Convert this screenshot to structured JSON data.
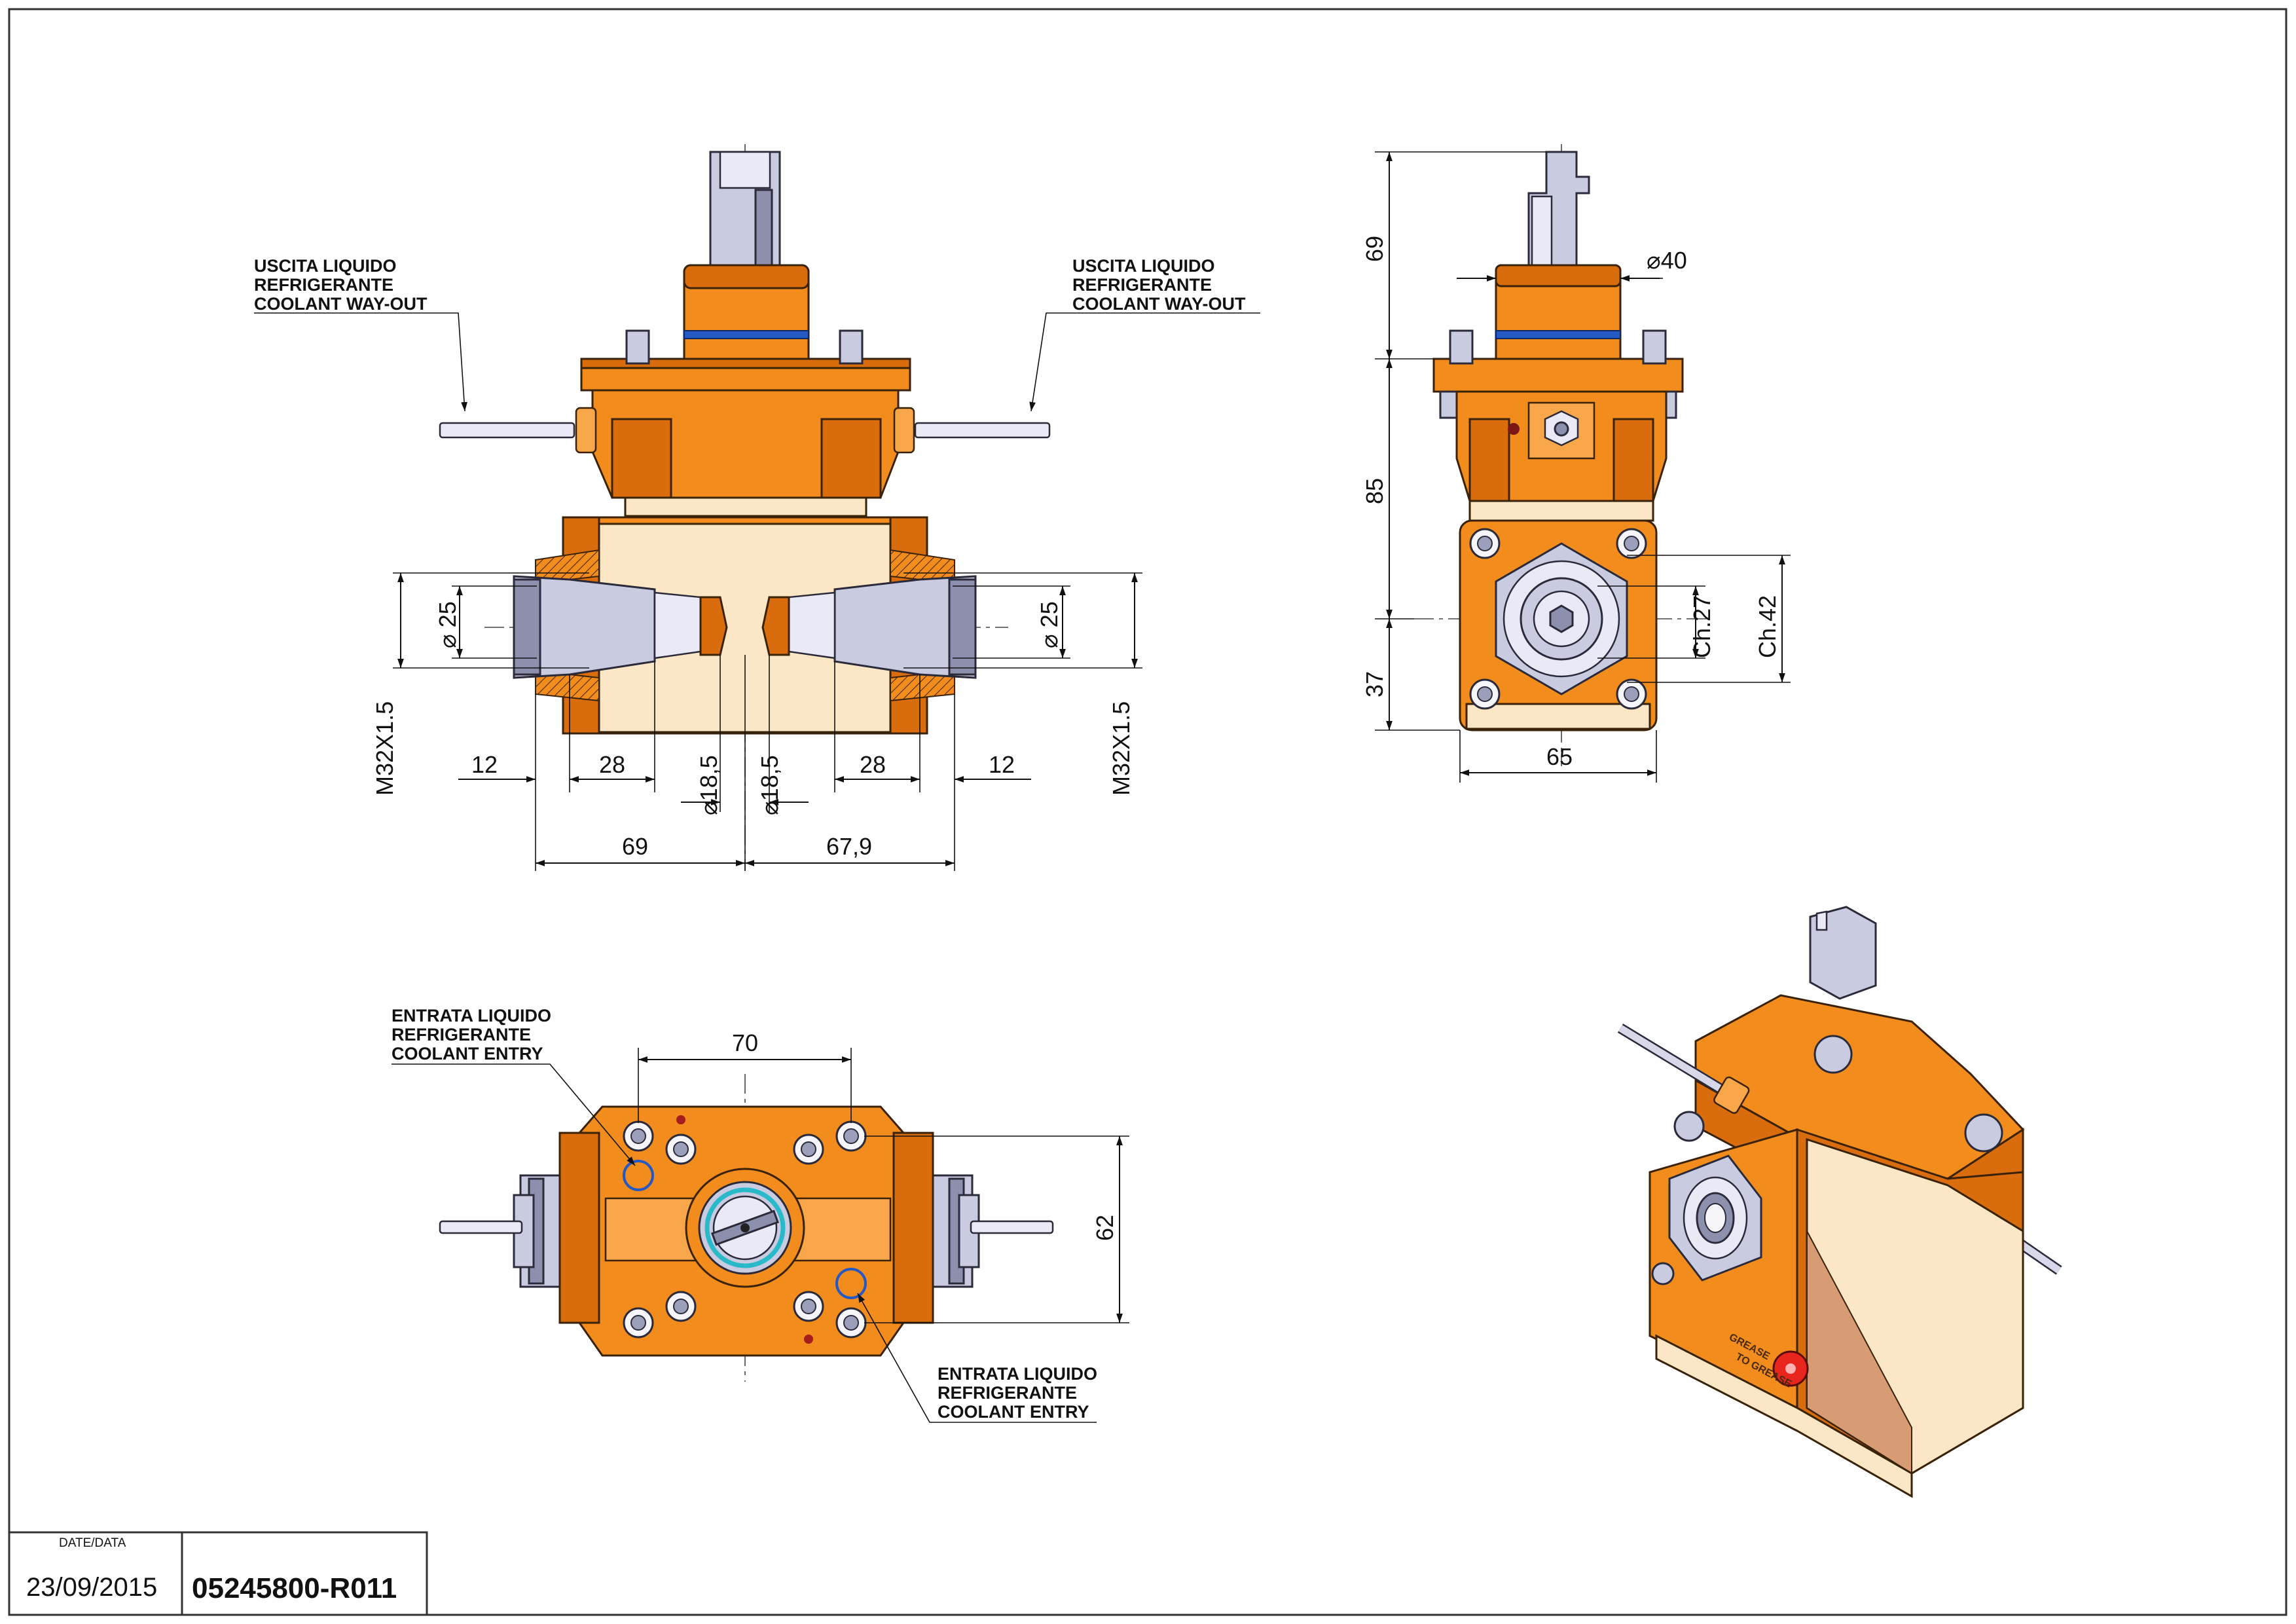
{
  "drawing": {
    "coolant_out": [
      "USCITA LIQUIDO",
      "REFRIGERANTE",
      "COOLANT WAY-OUT"
    ],
    "coolant_in": [
      "ENTRATA LIQUIDO",
      "REFRIGERANTE",
      "COOLANT ENTRY"
    ]
  },
  "front_view": {
    "dia_left": "25",
    "dia_right": "25",
    "thread_left": "M32X1.5",
    "thread_right": "M32X1.5",
    "d12_left": "12",
    "d28_left": "28",
    "d185_left": "18,5",
    "d185_right": "18,5",
    "d28_right": "28",
    "d12_right": "12",
    "d69": "69",
    "d679": "67,9"
  },
  "side_view": {
    "d69": "69",
    "dia40": "40",
    "d85": "85",
    "d37": "37",
    "ch27": "Ch.27",
    "ch42": "Ch.42",
    "d65": "65"
  },
  "top_view": {
    "d70": "70",
    "d62": "62"
  },
  "iso_view": {
    "grease_a": "GREASE",
    "grease_b": "TO GREASE"
  },
  "title_block": {
    "date_label": "DATE/DATA",
    "date": "23/09/2015",
    "code": "05245800-R011"
  },
  "colors": {
    "body": "#f28c1c",
    "cover": "#fbe7c6",
    "steel": "#c9cbe0",
    "seal": "#2459c4"
  }
}
